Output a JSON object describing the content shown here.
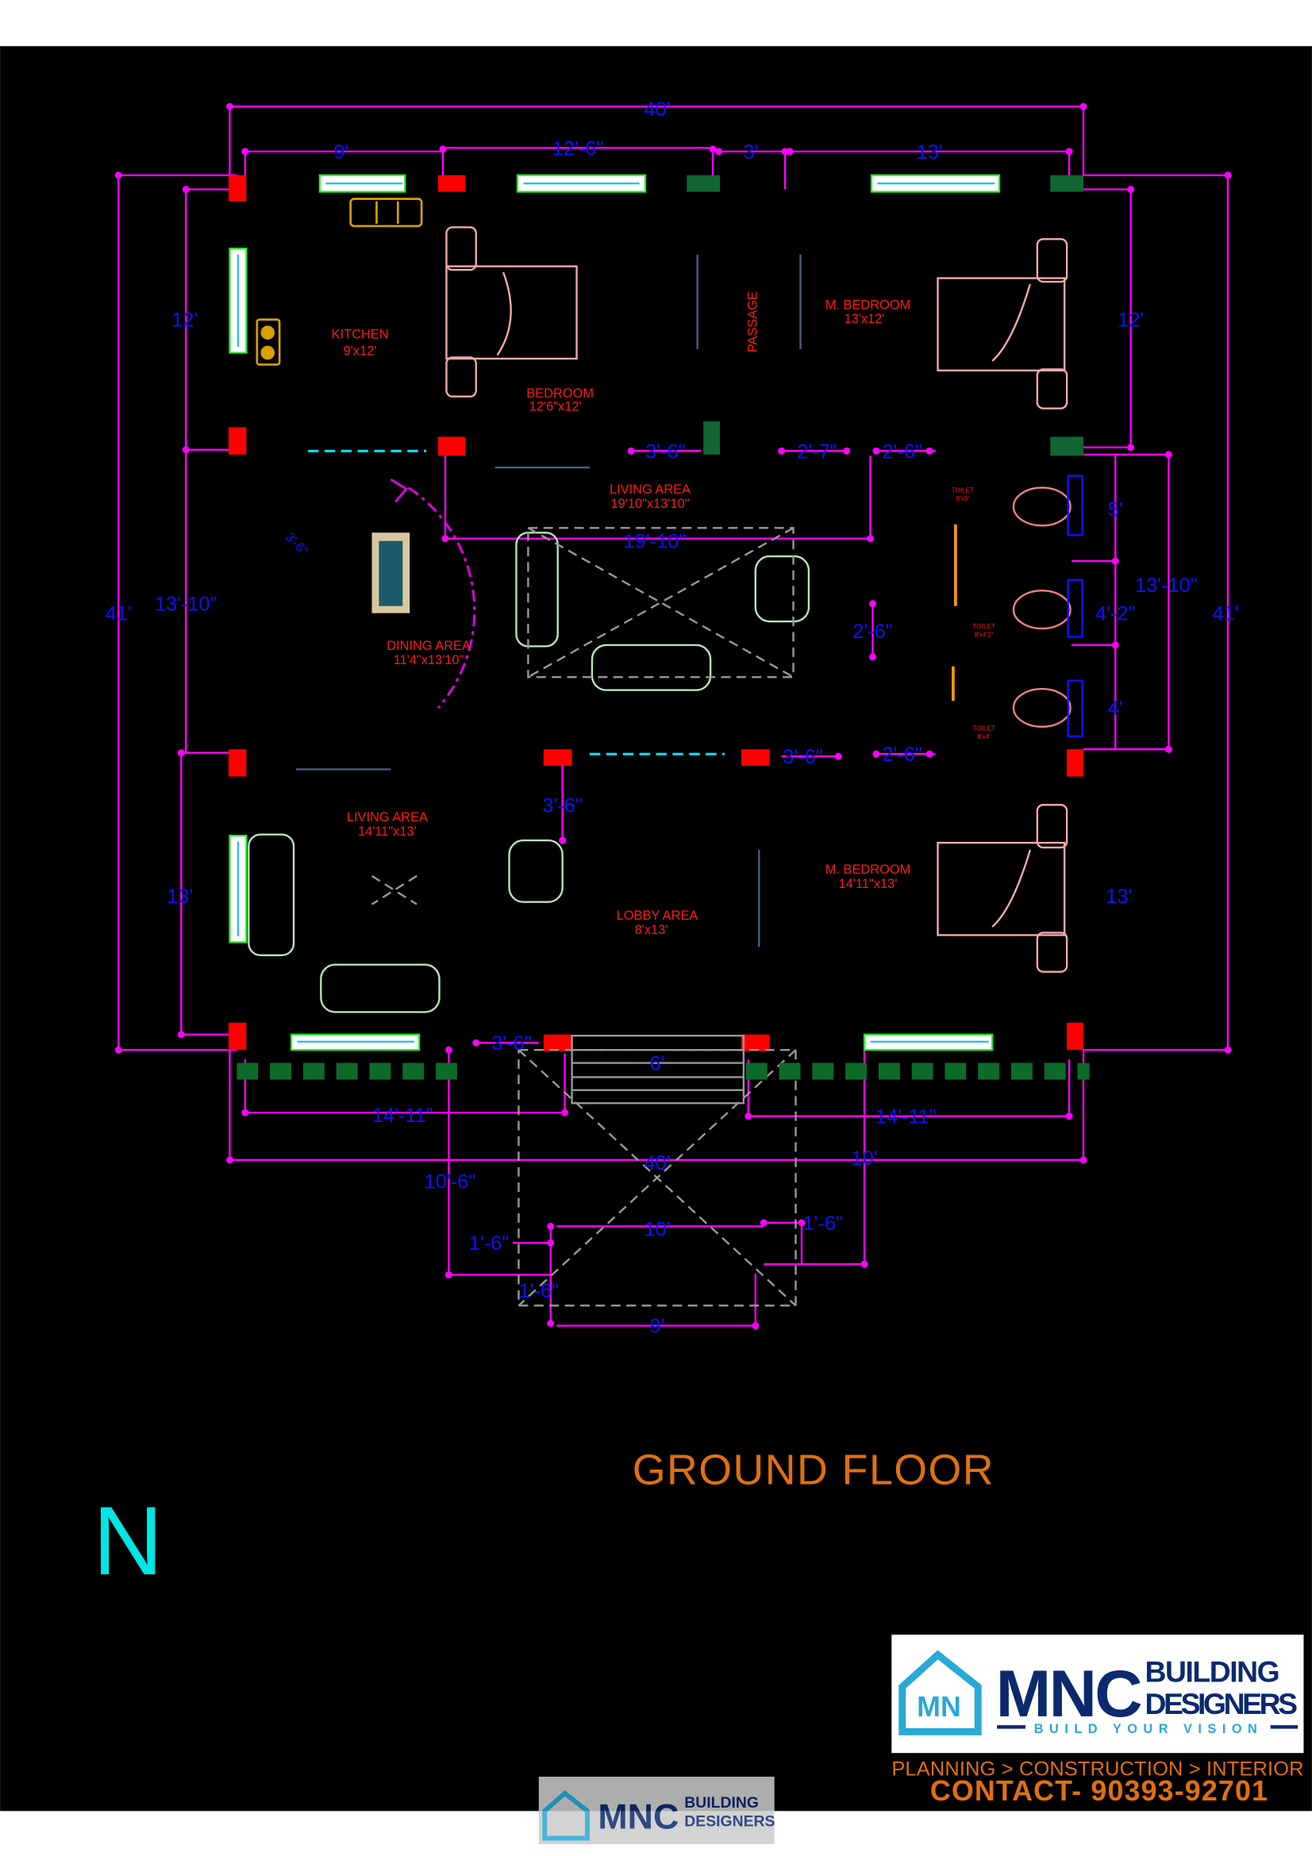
{
  "title": "GROUND FLOOR",
  "north_label": "N",
  "rooms": {
    "kitchen": {
      "name": "KITCHEN",
      "size": "9'x12'"
    },
    "bedroom": {
      "name": "BEDROOM",
      "size": "12'6\"x12'"
    },
    "passage": {
      "name": "PASSAGE"
    },
    "m_bedroom_top": {
      "name": "M. BEDROOM",
      "size": "13'x12'"
    },
    "living_top": {
      "name": "LIVING AREA",
      "size": "19'10\"x13'10\""
    },
    "toilet_1": {
      "name": "TOILET",
      "size": "8'x5'"
    },
    "toilet_2": {
      "name": "TOILET",
      "size": "8'x4'2\""
    },
    "toilet_3": {
      "name": "TOILET",
      "size": "8'x4'"
    },
    "dining": {
      "name": "DINING AREA",
      "size": "11'4\"x13'10\""
    },
    "living_bottom": {
      "name": "LIVING AREA",
      "size": "14'11\"x13'"
    },
    "lobby": {
      "name": "LOBBY AREA",
      "size": "8'x13'"
    },
    "m_bedroom_bottom": {
      "name": "M. BEDROOM",
      "size": "14'11\"x13'"
    }
  },
  "dimensions": {
    "top_total": "40'",
    "top_kitchen": "9'",
    "top_bedroom": "12'-6\"",
    "top_passage": "3'",
    "top_mbed": "13'",
    "left_total": "41'",
    "right_total": "41'",
    "left_top": "12'",
    "left_mid": "13'-10\"",
    "left_bottom": "13'",
    "right_top": "12'",
    "right_mid": "13'-10\"",
    "right_bottom": "13'",
    "door_top_1": "3'-6\"",
    "door_top_2": "2'-7\"",
    "door_top_3": "2'-6\"",
    "living_width": "19'-10\"",
    "toilet_1": "5'",
    "toilet_2": "4'-2\"",
    "toilet_3": "4'",
    "toilet_door": "2'-6\"",
    "door_mid_1": "3'-6\"",
    "door_mid_2": "2'-6\"",
    "lobby_door": "3'-6\"",
    "dining_door": "3'-6\"",
    "entry_door": "3'-6\"",
    "steps": "6'",
    "front_left": "14'-11\"",
    "front_right": "14'-11\"",
    "front_total": "40'",
    "porch_left": "10'-6\"",
    "porch_right": "10'",
    "porch_inner": "10'",
    "porch_offset_left": "1'-6\"",
    "porch_offset_right": "1'-6\"",
    "porch_offset_bottom": "1'-6\"",
    "porch_bottom": "9'"
  },
  "brand": {
    "logo_mark": "MN",
    "name": "MNC",
    "line1": "BUILDING",
    "line2": "DESIGNERS",
    "slogan": "BUILD YOUR VISION",
    "services": "PLANNING > CONSTRUCTION > INTERIOR",
    "contact": "CONTACT- 90393-92701"
  },
  "colors": {
    "background": "#000000",
    "dimension_line": "#ff00ff",
    "dimension_text": "#1010ff",
    "room_text": "#ff1a1a",
    "title": "#e07010",
    "north": "#00e5e5",
    "brand_navy": "#0b2a6e",
    "brand_cyan": "#29a9d6"
  }
}
